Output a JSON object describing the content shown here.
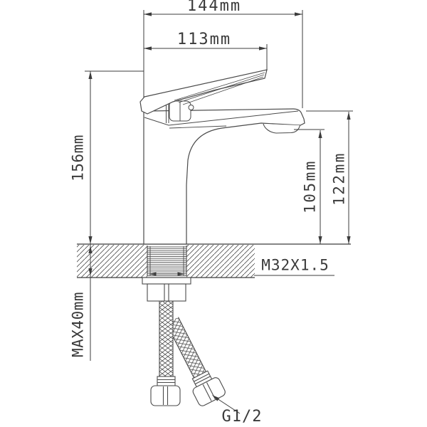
{
  "drawing": {
    "type": "faucet-installation-technical-drawing",
    "dimensions": {
      "total_width": "144mm",
      "handle_width": "113mm",
      "total_height": "156mm",
      "spout_height": "105mm",
      "body_height": "122mm",
      "mounting_thread": "M32X1.5",
      "max_deck_thickness": "MAX40mm",
      "hose_thread": "G1/2"
    },
    "colors": {
      "background": "#ffffff",
      "line": "#4a4a4a",
      "dimension_line": "#3c3c3c",
      "text": "#3a3a3a"
    }
  }
}
